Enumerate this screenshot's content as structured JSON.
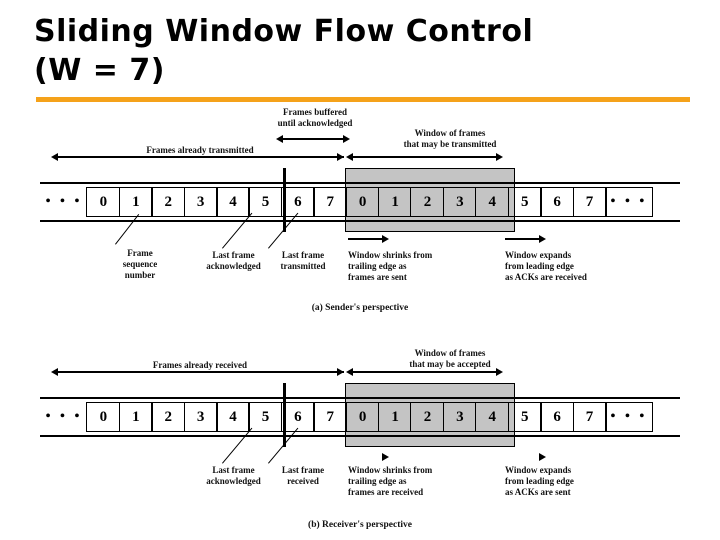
{
  "slide": {
    "title": "Sliding Window Flow Control\n(W = 7)",
    "accent_color": "#f5a21a",
    "shade_color": "#c4c4c4",
    "background": "#ffffff"
  },
  "sender": {
    "caption": "(a) Sender's perspective",
    "labels": {
      "buffered": "Frames buffered\nuntil acknowledged",
      "window": "Window of frames\nthat may be transmitted",
      "already": "Frames already transmitted",
      "seq_number": "Frame\nsequence\nnumber",
      "last_ack": "Last frame\nacknowledged",
      "last_action": "Last frame\ntransmitted",
      "shrink": "Window shrinks from\ntrailing edge as\nframes are sent",
      "expand": "Window expands\nfrom leading edge\nas ACKs are received"
    },
    "cells": [
      "• • •",
      "0",
      "1",
      "2",
      "3",
      "4",
      "5",
      "6",
      "7",
      "0",
      "1",
      "2",
      "3",
      "4",
      "5",
      "6",
      "7",
      "• • •"
    ],
    "shaded_cells": [
      "0",
      "1",
      "2",
      "3",
      "4"
    ],
    "marker_after_cell": "5"
  },
  "receiver": {
    "caption": "(b) Receiver's perspective",
    "labels": {
      "window": "Window of frames\nthat may be accepted",
      "already": "Frames already received",
      "last_ack": "Last frame\nacknowledged",
      "last_action": "Last frame\nreceived",
      "shrink": "Window shrinks from\ntrailing edge as\nframes are received",
      "expand": "Window expands\nfrom leading edge\nas ACKs are sent"
    },
    "cells": [
      "• • •",
      "0",
      "1",
      "2",
      "3",
      "4",
      "5",
      "6",
      "7",
      "0",
      "1",
      "2",
      "3",
      "4",
      "5",
      "6",
      "7",
      "• • •"
    ],
    "shaded_cells": [
      "0",
      "1",
      "2",
      "3",
      "4"
    ],
    "marker_after_cell": "5"
  }
}
